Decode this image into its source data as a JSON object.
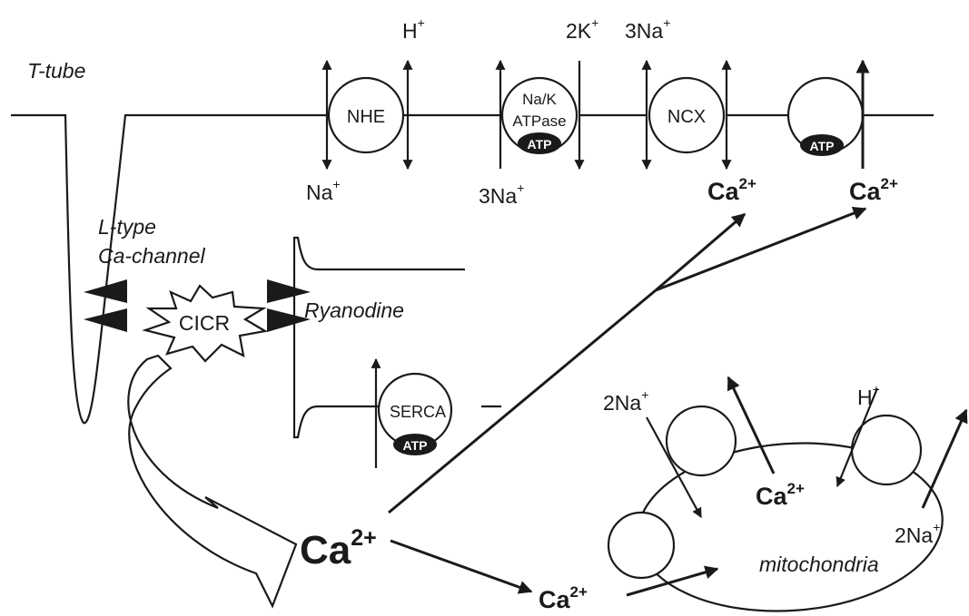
{
  "labels": {
    "t_tube": "T-tube",
    "l_type": "L-type",
    "ca_channel": "Ca-channel",
    "cicr": "CICR",
    "ryanodine": "Ryanodine",
    "nhe": "NHE",
    "na_k_line1": "Na/K",
    "na_k_line2": "ATPase",
    "ncx": "NCX",
    "serca": "SERCA",
    "atp": "ATP",
    "mitochondria": "mitochondria"
  },
  "ions": {
    "h_top": {
      "base": "H",
      "sup": "+"
    },
    "na_nhe": {
      "base": "Na",
      "sup": "+"
    },
    "k2_top": {
      "base": "2K",
      "sup": "+"
    },
    "na3_top": {
      "base": "3Na",
      "sup": "+"
    },
    "na3_bottom": {
      "base": "3Na",
      "sup": "+"
    },
    "ca_ncx": {
      "base": "Ca",
      "sup": "2+"
    },
    "ca_pump": {
      "base": "Ca",
      "sup": "2+"
    },
    "ca_center": {
      "base": "Ca",
      "sup": "2+"
    },
    "ca_bottom": {
      "base": "Ca",
      "sup": "2+"
    },
    "ca_mito": {
      "base": "Ca",
      "sup": "2+"
    },
    "na2_mito_left": {
      "base": "2Na",
      "sup": "+"
    },
    "h_mito": {
      "base": "H",
      "sup": "+"
    },
    "na2_mito_right": {
      "base": "2Na",
      "sup": "+"
    }
  }
}
